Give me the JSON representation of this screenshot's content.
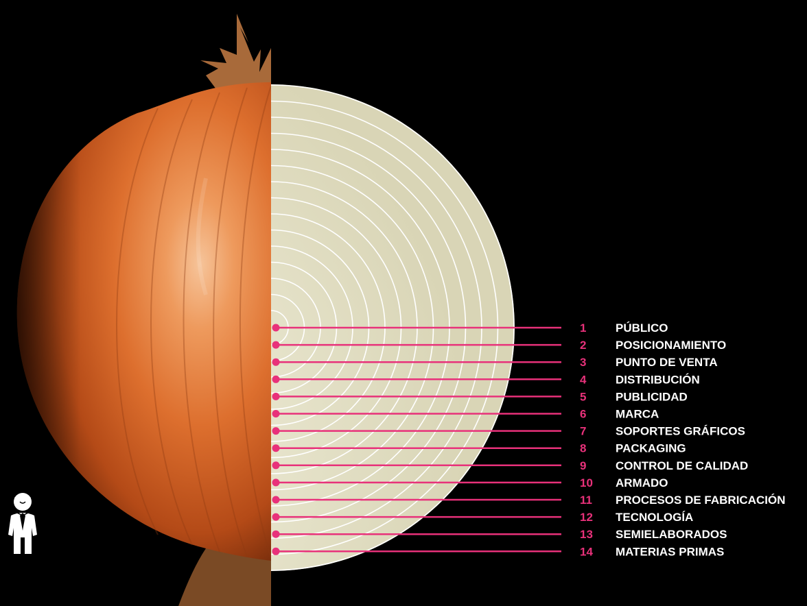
{
  "colors": {
    "background": "#000000",
    "accent": "#e8317a",
    "label_text": "#ffffff",
    "onion_skin": "#d9692a",
    "onion_flesh": "#e6e4cf"
  },
  "icons": {
    "person": "businessman-icon"
  },
  "layers": [
    {
      "number": "1",
      "label": "PÚBLICO"
    },
    {
      "number": "2",
      "label": "POSICIONAMIENTO"
    },
    {
      "number": "3",
      "label": "PUNTO DE VENTA"
    },
    {
      "number": "4",
      "label": "DISTRIBUCIÓN"
    },
    {
      "number": "5",
      "label": "PUBLICIDAD"
    },
    {
      "number": "6",
      "label": "MARCA"
    },
    {
      "number": "7",
      "label": "SOPORTES GRÁFICOS"
    },
    {
      "number": "8",
      "label": "PACKAGING"
    },
    {
      "number": "9",
      "label": "CONTROL DE CALIDAD"
    },
    {
      "number": "10",
      "label": "ARMADO"
    },
    {
      "number": "11",
      "label": "PROCESOS DE FABRICACIÓN"
    },
    {
      "number": "12",
      "label": "TECNOLOGÍA"
    },
    {
      "number": "13",
      "label": "SEMIELABORADOS"
    },
    {
      "number": "14",
      "label": "MATERIAS PRIMAS"
    }
  ]
}
